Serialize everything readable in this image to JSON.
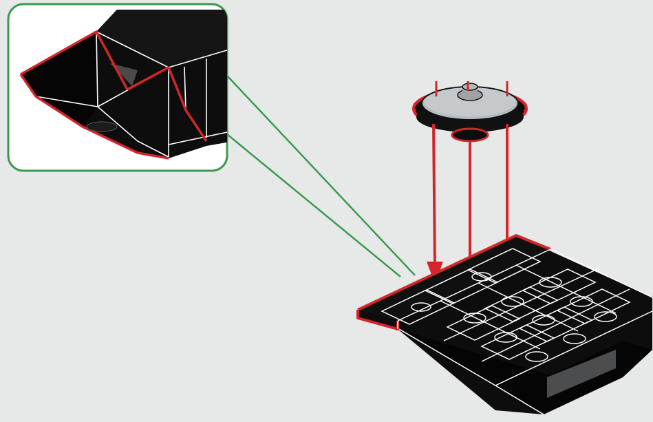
{
  "scene": {
    "background": "#e7e8e8",
    "brick_color": "#0d0d0d",
    "outline_color": "#ffffff",
    "highlight_color": "#d4262a",
    "callout_color": "#3a9a4f",
    "turntable_color": "#b9bcbe"
  },
  "callout": {
    "icon": "zoom-callout",
    "shows": "wedge-brick-detail"
  },
  "parts": {
    "turntable": "turntable-icon",
    "base": "wedge-plate-assembly-icon"
  },
  "assembly_arrows": 3
}
